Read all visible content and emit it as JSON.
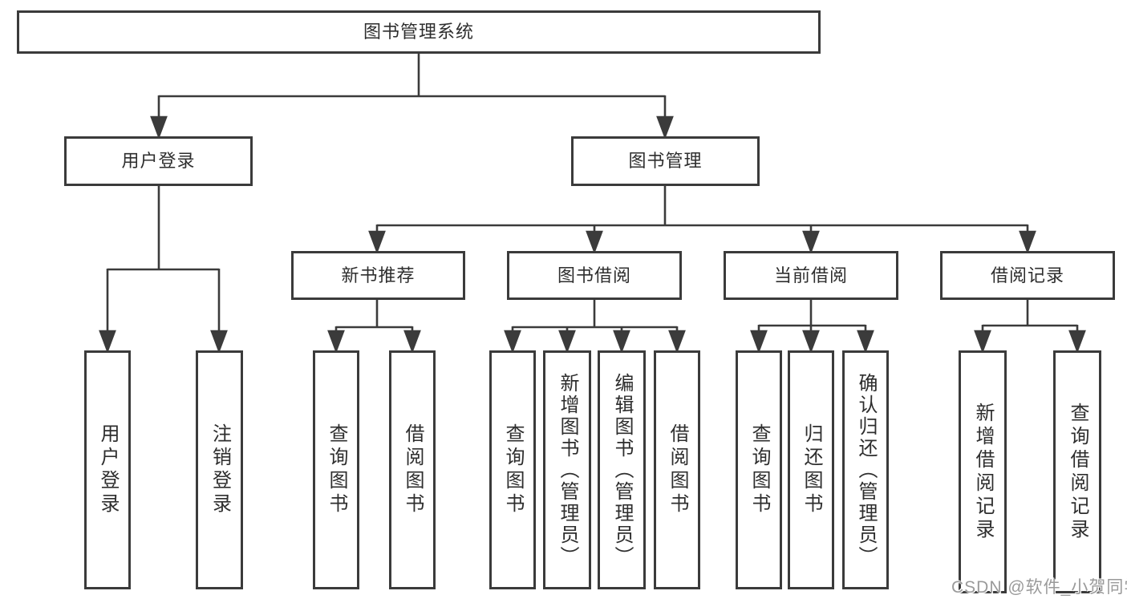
{
  "diagram": {
    "type": "hierarchy",
    "colors": {
      "line": "#3b3b3b",
      "border": "#3b3b3b",
      "text": "#2e2e2e",
      "background": "#ffffff",
      "watermark_text": "#9a9a9a"
    }
  },
  "tree": {
    "label": "图书管理系统",
    "children": [
      {
        "label": "用户登录",
        "children": [
          {
            "label": "用户登录"
          },
          {
            "label": "注销登录"
          }
        ]
      },
      {
        "label": "图书管理",
        "children": [
          {
            "label": "新书推荐",
            "children": [
              {
                "label": "查询图书"
              },
              {
                "label": "借阅图书"
              }
            ]
          },
          {
            "label": "图书借阅",
            "children": [
              {
                "label": "查询图书"
              },
              {
                "label": "新增图书（管理员）"
              },
              {
                "label": "编辑图书（管理员）"
              },
              {
                "label": "借阅图书"
              }
            ]
          },
          {
            "label": "当前借阅",
            "children": [
              {
                "label": "查询图书"
              },
              {
                "label": "归还图书"
              },
              {
                "label": "确认归还（管理员）"
              }
            ]
          },
          {
            "label": "借阅记录",
            "children": [
              {
                "label": "新增借阅记录"
              },
              {
                "label": "查询借阅记录"
              }
            ]
          }
        ]
      }
    ]
  },
  "watermark": {
    "text": "CSDN @软件_小贺同学"
  }
}
